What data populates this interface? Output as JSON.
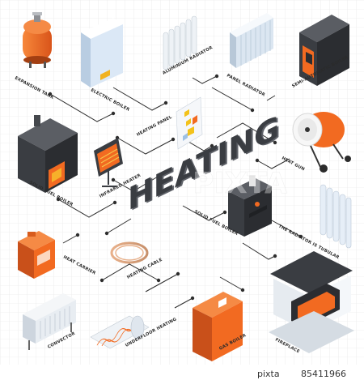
{
  "title": "HEATING",
  "labels": {
    "expansion_tank": "EXPANSION TANK",
    "electric_boiler": "ELECTRIC BOILER",
    "aluminium_radiator": "ALUMINIUM RADIATOR",
    "panel_radiator": "PANEL RADIATOR",
    "semi_automatic_boiler": "SEMI-AUTOMATIC BOILER",
    "heating_panel": "HEATING PANEL",
    "heat_gun": "HEAT GUN",
    "solid_fuel_boiler_left": "SOLID FUEL BOILER",
    "infrared_heater": "INFRARED HEATER",
    "solid_fuel_boiler_center": "SOLID FUEL BOILER",
    "radiator_tubular": "THE RADIATOR IS TUBULAR",
    "heat_carrier": "HEAT CARRIER",
    "heating_cable": "HEATING CABLE",
    "convector": "CONVECTOR",
    "underfloor_heating": "UNDERFLOOR HEATING",
    "gas_boiler": "GAS BOILER",
    "fireplace": "FIREPLACE"
  },
  "watermark": {
    "brand": "PIXTA",
    "brand_small": "pixta",
    "image_number": "85411966"
  },
  "colors": {
    "orange": "#f26a21",
    "orange_dark": "#c9501a",
    "dark": "#3a3d42",
    "blue_light": "#dde9f5",
    "line": "#2d2d2d"
  }
}
